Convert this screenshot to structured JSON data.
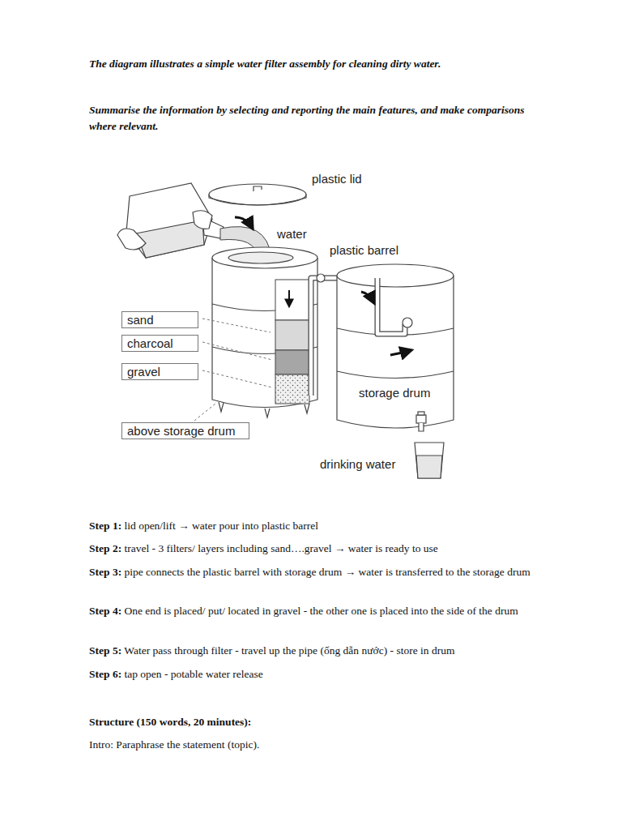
{
  "diagram": {
    "title": "The diagram illustrates a simple water filter assembly for cleaning dirty water.",
    "nodes": [
      {
        "text": [
          "sand"
        ]
      },
      {
        "text": [
          "charcoal"
        ]
      },
      {
        "text": [
          "gravel"
        ]
      },
      {
        "text": [
          "above storage drum"
        ]
      }
    ],
    "labels": [
      "Summarise the information by selecting and reporting the main features, and make comparisons where relevant.",
      "plastic lid",
      "water",
      "plastic barrel",
      "storage drum",
      "drinking water",
      "Step 1:",
      "lid open/lift → water pour into plastic barrel",
      "Step 2:",
      "travel - 3 filters/ layers including sand….gravel → water is ready to use",
      "Step 3:",
      "pipe connects the plastic barrel with storage drum → water is transferred to the storage drum",
      "Step 4:",
      "One end is placed/ put/ located in gravel - the other one is placed into the side of the drum",
      "Step 5:",
      "Water pass through filter - travel up the pipe (ống dẫn nước) - store in drum",
      "Step 6:",
      "tap open - potable water release",
      "Structure (150 words, 20 minutes):",
      "Intro: Paraphrase the statement (topic)."
    ]
  }
}
